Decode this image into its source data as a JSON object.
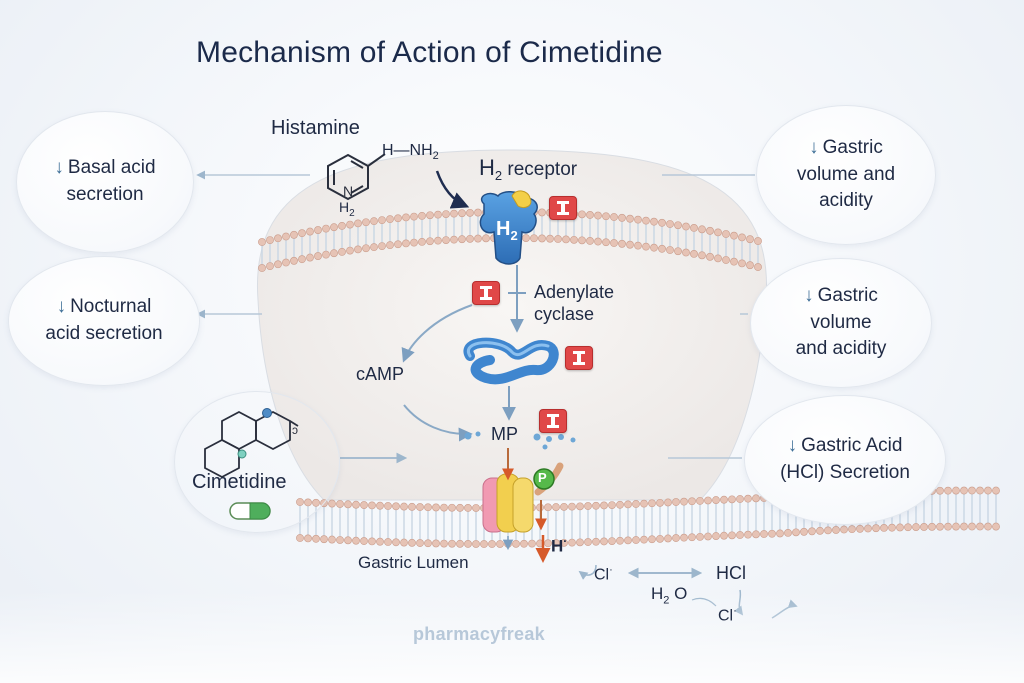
{
  "title": "Mechanism of Action of Cimetidine",
  "left_effects": [
    {
      "arrow": "↓",
      "line1": "Basal acid",
      "line2": "secretion"
    },
    {
      "arrow": "↓",
      "line1": "Nocturnal",
      "line2": "acid secretion"
    }
  ],
  "right_effects": [
    {
      "arrow": "↓",
      "line1": "Gastric",
      "line2": "volume and",
      "line3": "acidity"
    },
    {
      "arrow": "↓",
      "line1": "Gastric",
      "line2": "volume",
      "line3": "and acidity"
    },
    {
      "arrow": "↓",
      "line1": "Gastric Acid",
      "line2": "(HCl) Secretion"
    }
  ],
  "drug": {
    "name": "Cimetidine"
  },
  "histamine": {
    "label": "Histamine",
    "nh_text": "H—NH",
    "nh_sub": "2",
    "ring_h": "H",
    "ring_sub": "2"
  },
  "receptor": {
    "label_prefix": "H",
    "label_sub": "2",
    "label_suffix": " receptor",
    "badge_main": "H",
    "badge_sub": "2"
  },
  "pathway": {
    "adenylate": "Adenylate",
    "cyclase": "cyclase",
    "camp": "cAMP",
    "mp": "MP",
    "p_badge": "P"
  },
  "lumen": {
    "label": "Gastric Lumen",
    "h_ion": "H",
    "h_charge": "·",
    "cl1": "Cl",
    "cl1_charge": "·",
    "hcl": "HCl",
    "h2o_h": "H",
    "h2o_sub": "2",
    "h2o_o": " O",
    "cl2": "Cl",
    "cl2_charge": "·"
  },
  "watermark": "pharmacyfreak",
  "colors": {
    "membrane_head": "#e6c3b5",
    "membrane_tail": "#c9d6e4",
    "receptor_blue": "#3f86cf",
    "inhibit_red": "#e04848",
    "arrow_blue": "#7d9fc0",
    "pump_yellow": "#f2cf4e",
    "pump_pink": "#f19ab2",
    "p_green": "#56b94a"
  }
}
